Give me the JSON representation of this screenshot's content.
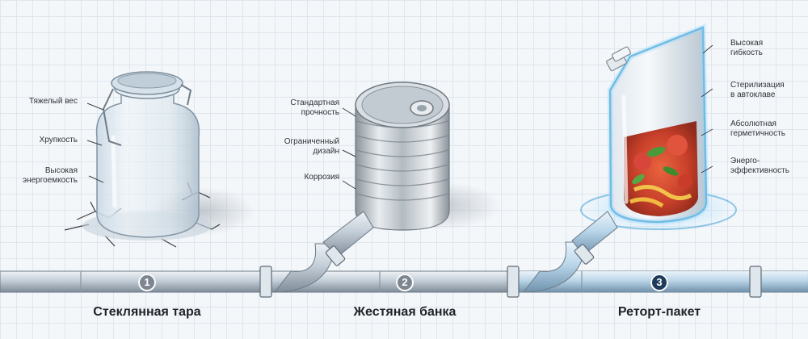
{
  "stages": [
    {
      "number": "1",
      "title": "Стеклянная тара",
      "callouts": [
        "Тяжелый вес",
        "Хрупкость",
        "Высокая\nэнергоемкость"
      ]
    },
    {
      "number": "2",
      "title": "Жестяная банка",
      "callouts": [
        "Стандартная\nпрочность",
        "Ограниченный\nдизайн",
        "Коррозия"
      ]
    },
    {
      "number": "3",
      "title": "Реторт-пакет",
      "callouts": [
        "Высокая\nгибкость",
        "Стерилизация\nв автоклаве",
        "Абсолютная\nгерметичность",
        "Энерго-\nэффективность"
      ]
    }
  ],
  "colors": {
    "pipe": "#aab6c2",
    "badge_gray": "#7d8690",
    "badge_dark": "#1d3b5a",
    "glow": "#56b8ee"
  }
}
